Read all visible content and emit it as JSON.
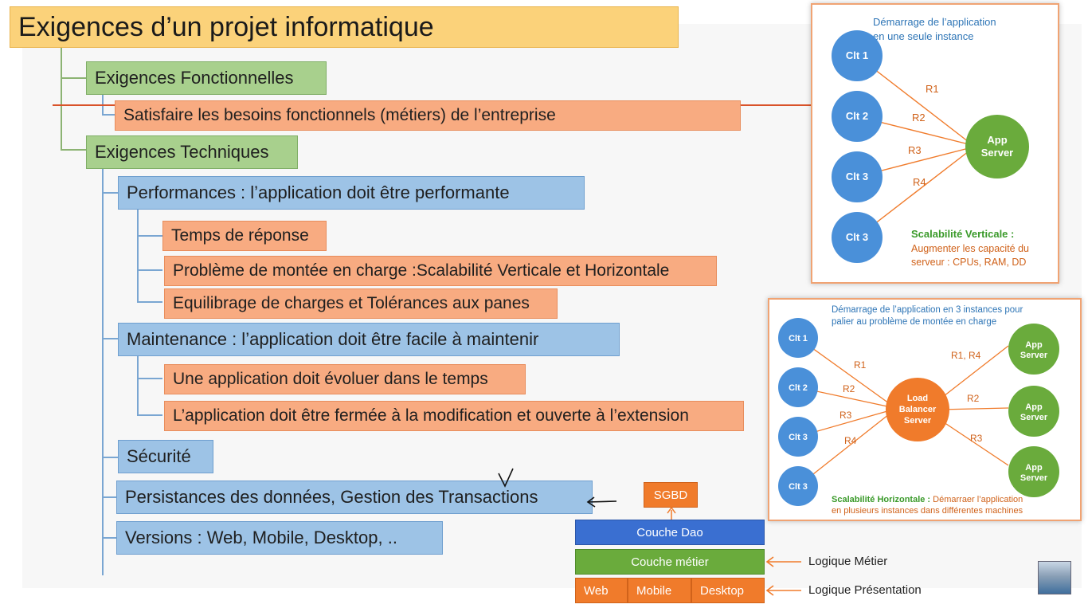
{
  "title": "Exigences d’un projet informatique",
  "fonctionnelles": {
    "label": "Exigences Fonctionnelles",
    "item": "Satisfaire les besoins fonctionnels (métiers) de l’entreprise"
  },
  "techniques": {
    "label": "Exigences Techniques",
    "performances": {
      "label": "Performances : l’application doit être performante",
      "items": [
        "Temps de réponse",
        "Problème de montée en charge :Scalabilité Verticale et Horizontale",
        "Equilibrage de charges et Tolérances aux panes"
      ]
    },
    "maintenance": {
      "label": "Maintenance : l’application doit être facile à maintenir",
      "items": [
        "Une application doit évoluer dans le temps",
        "L’application doit être fermée à la modification et ouverte à l’extension"
      ]
    },
    "securite": "Sécurité",
    "persistance": "Persistances des données, Gestion des Transactions",
    "versions": "Versions : Web, Mobile, Desktop, .."
  },
  "diagram_vertical": {
    "heading_line1": "Démarrage de l’application",
    "heading_line2": "en une seule instance",
    "clients": [
      "Clt 1",
      "Clt 2",
      "Clt 3",
      "Clt 3"
    ],
    "requests": [
      "R1",
      "R2",
      "R3",
      "R4"
    ],
    "server_line1": "App",
    "server_line2": "Server",
    "caption_title": "Scalabilité Verticale :",
    "caption_line1": "Augmenter les capacité du",
    "caption_line2": "serveur : CPUs, RAM, DD"
  },
  "diagram_horizontal": {
    "heading_line1": "Démarrage de l’application en 3 instances pour",
    "heading_line2": "palier au problème de montée en charge",
    "clients": [
      "Clt 1",
      "Clt 2",
      "Clt 3",
      "Clt 3"
    ],
    "requests_in": [
      "R1",
      "R2",
      "R3",
      "R4"
    ],
    "lb_line1": "Load",
    "lb_line2": "Balancer",
    "lb_line3": "Server",
    "requests_out": [
      "R1, R4",
      "R2",
      "R3"
    ],
    "server_line1": "App",
    "server_line2": "Server",
    "caption_title": "Scalabilité Horizontale :",
    "caption_rest": " Démarraer l’application",
    "caption_line2": "en plusieurs instances dans différentes machines"
  },
  "layers": {
    "sgbd": "SGBD",
    "dao": "Couche Dao",
    "metier": "Couche métier",
    "presentation": [
      "Web",
      "Mobile",
      "Desktop"
    ],
    "logique_metier": "Logique Métier",
    "logique_presentation": "Logique Présentation"
  },
  "colors": {
    "title_bg": "#fbd27a",
    "green": "#a8d08d",
    "orange": "#f8ab81",
    "blue": "#9dc3e6",
    "client_node": "#4a90d9",
    "server_node": "#6aab3c",
    "balancer_node": "#f07b2b"
  }
}
